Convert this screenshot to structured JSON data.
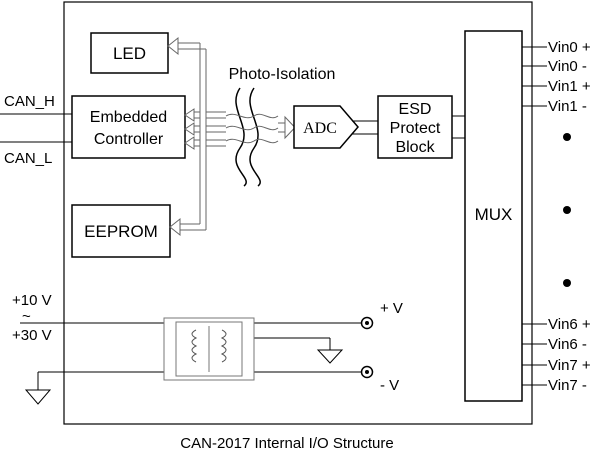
{
  "blocks": {
    "led": "LED",
    "controller_line1": "Embedded",
    "controller_line2": "Controller",
    "eeprom": "EEPROM",
    "adc": "ADC",
    "esd_line1": "ESD",
    "esd_line2": "Protect",
    "esd_line3": "Block",
    "mux": "MUX"
  },
  "labels": {
    "photo_isolation": "Photo-Isolation",
    "can_h": "CAN_H",
    "can_l": "CAN_L",
    "power_in_high": "+10 V",
    "power_in_tilde": "~",
    "power_in_low": "+30 V",
    "plus_v": "+ V",
    "minus_v": "- V",
    "caption": "CAN-2017 Internal I/O Structure"
  },
  "channels": {
    "top": [
      "Vin0 +",
      "Vin0 -",
      "Vin1 +",
      "Vin1 -"
    ],
    "bottom": [
      "Vin6 +",
      "Vin6 -",
      "Vin7 +",
      "Vin7 -"
    ]
  }
}
